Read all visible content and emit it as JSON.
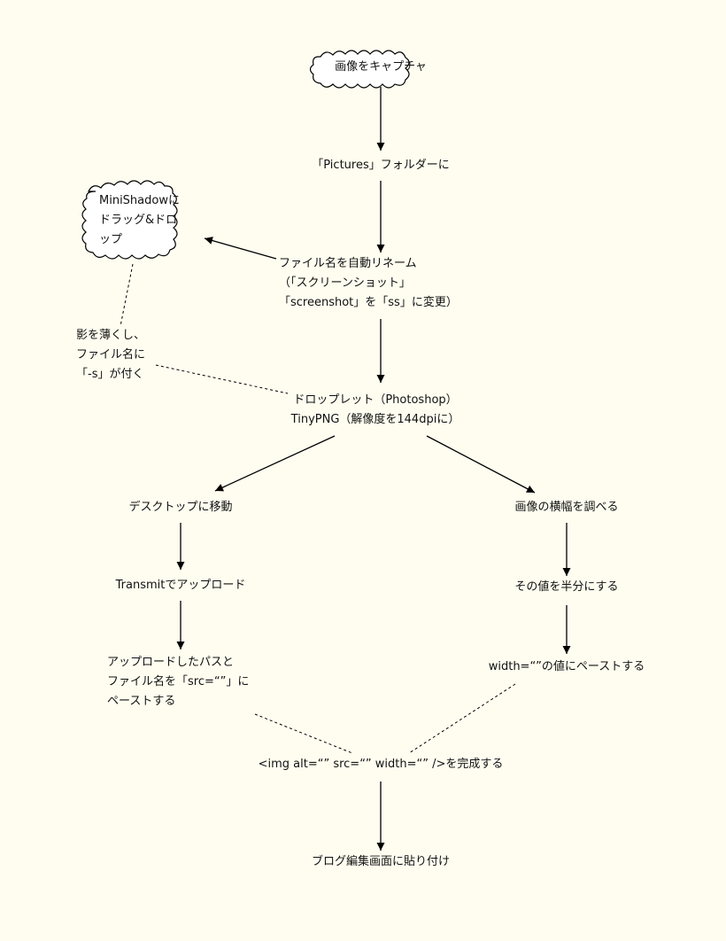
{
  "nodes": {
    "capture": [
      "画像をキャプチャ"
    ],
    "pictures": [
      "「Pictures」フォルダーに"
    ],
    "rename": [
      "ファイル名を自動リネーム",
      "（「スクリーンショット」",
      "「screenshot」を「ss」に変更）"
    ],
    "minishadow": [
      "MiniShadowに",
      "ドラッグ&ドロ",
      "ップ"
    ],
    "shadow_note": [
      "影を薄くし、",
      "ファイル名に",
      "「-s」が付く"
    ],
    "droplet": [
      "ドロップレット（Photoshop）",
      "TinyPNG（解像度を144dpiに）"
    ],
    "desktop": [
      "デスクトップに移動"
    ],
    "transmit": [
      "Transmitでアップロード"
    ],
    "paste_path": [
      "アップロードしたパスと",
      "ファイル名を「src=“”」に",
      "ペーストする"
    ],
    "check_width": [
      "画像の横幅を調べる"
    ],
    "half": [
      "その値を半分にする"
    ],
    "paste_width": [
      "width=“”の値にペーストする"
    ],
    "complete": [
      "<img alt=“” src=“” width=“” />を完成する"
    ],
    "blog": [
      "ブログ編集画面に貼り付け"
    ]
  }
}
